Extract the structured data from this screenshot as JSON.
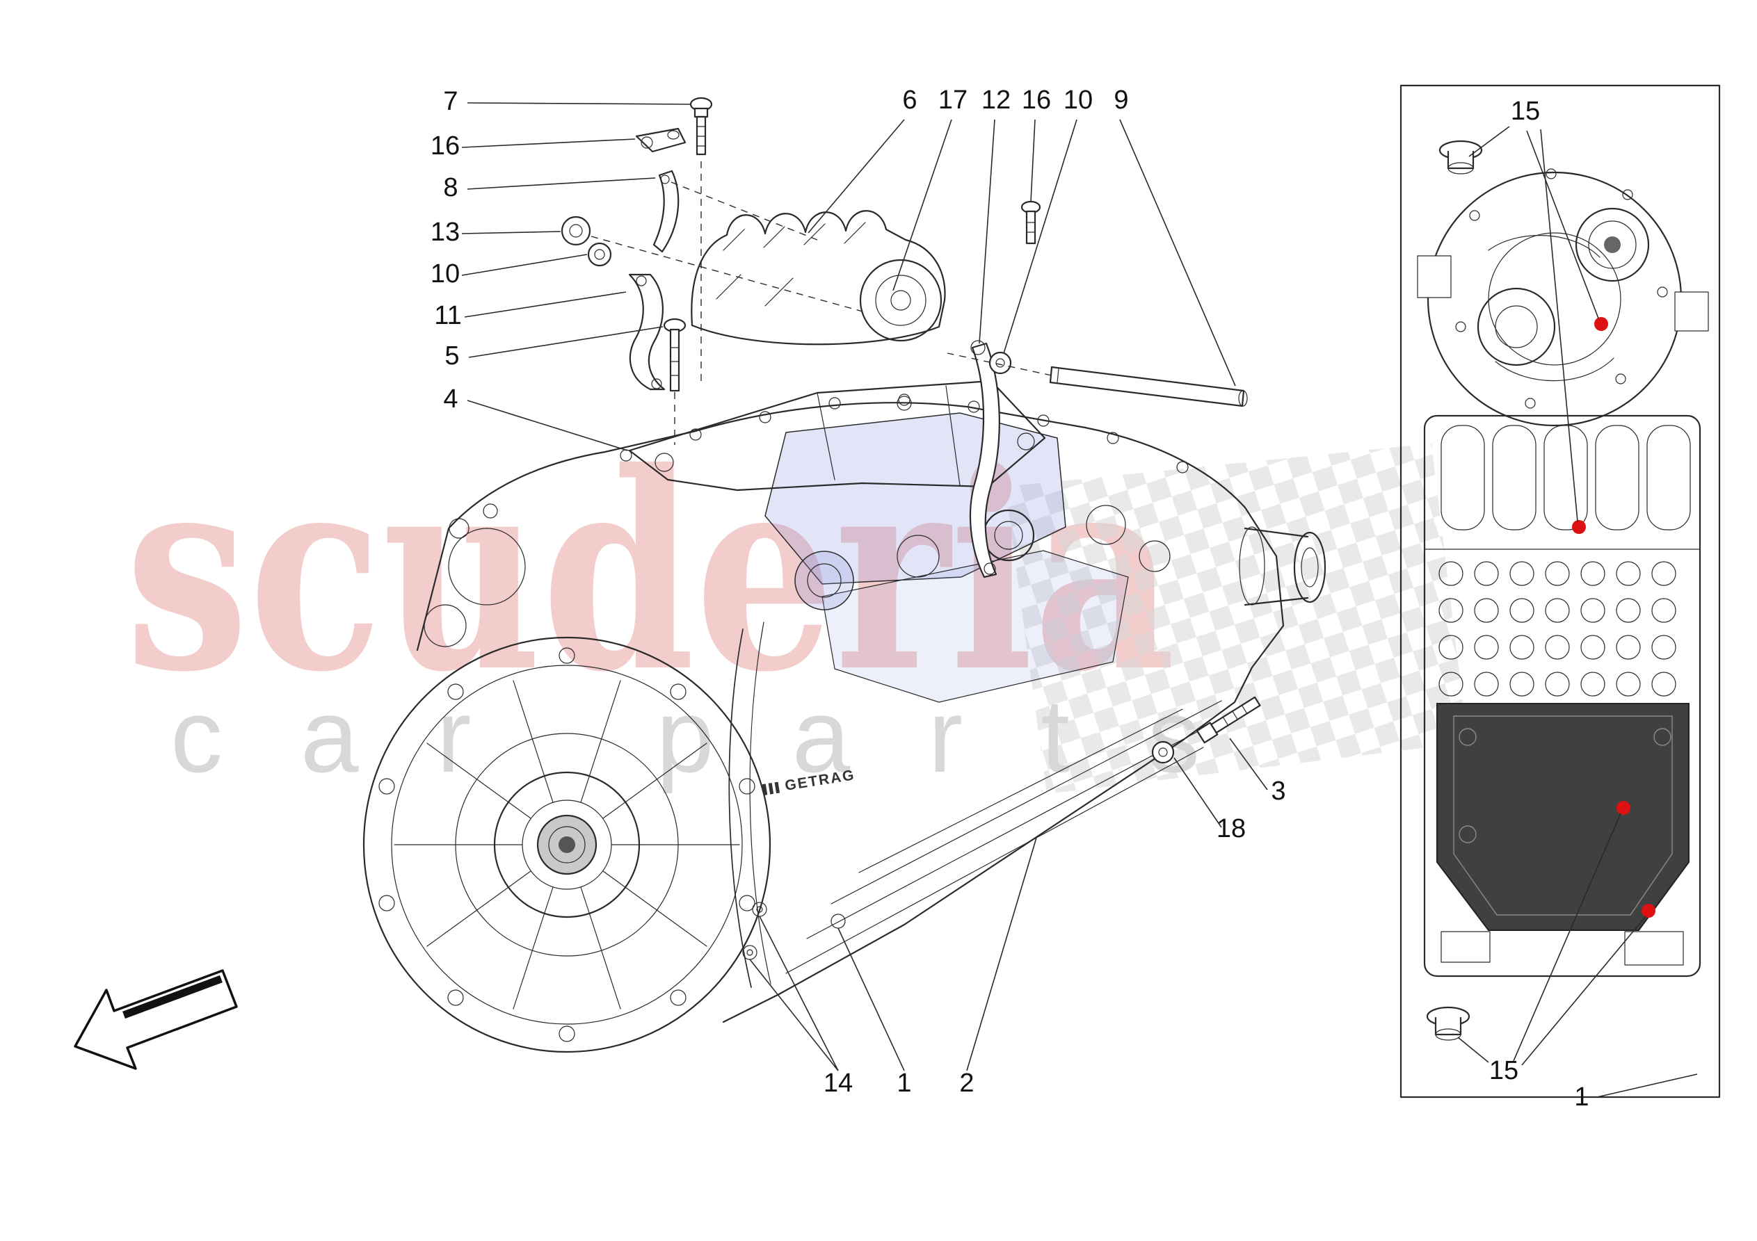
{
  "watermark": {
    "title": "scuderia",
    "subtitle": "car parts"
  },
  "colors": {
    "highlight": "#dd1111",
    "watermark_main": "#eba3a3",
    "watermark_sub": "#d4d4d4",
    "line": "#2a2a2a",
    "tint_blue": "#8492de"
  },
  "drawing": {
    "brand": "GETRAG"
  },
  "callouts": [
    {
      "label": "7"
    },
    {
      "label": "16"
    },
    {
      "label": "8"
    },
    {
      "label": "13"
    },
    {
      "label": "10"
    },
    {
      "label": "11"
    },
    {
      "label": "5"
    },
    {
      "label": "4"
    },
    {
      "label": "6"
    },
    {
      "label": "17"
    },
    {
      "label": "12"
    },
    {
      "label": "16"
    },
    {
      "label": "10"
    },
    {
      "label": "9"
    },
    {
      "label": "3"
    },
    {
      "label": "18"
    },
    {
      "label": "14"
    },
    {
      "label": "1"
    },
    {
      "label": "2"
    },
    {
      "label": "15"
    },
    {
      "label": "15"
    },
    {
      "label": "1"
    }
  ]
}
